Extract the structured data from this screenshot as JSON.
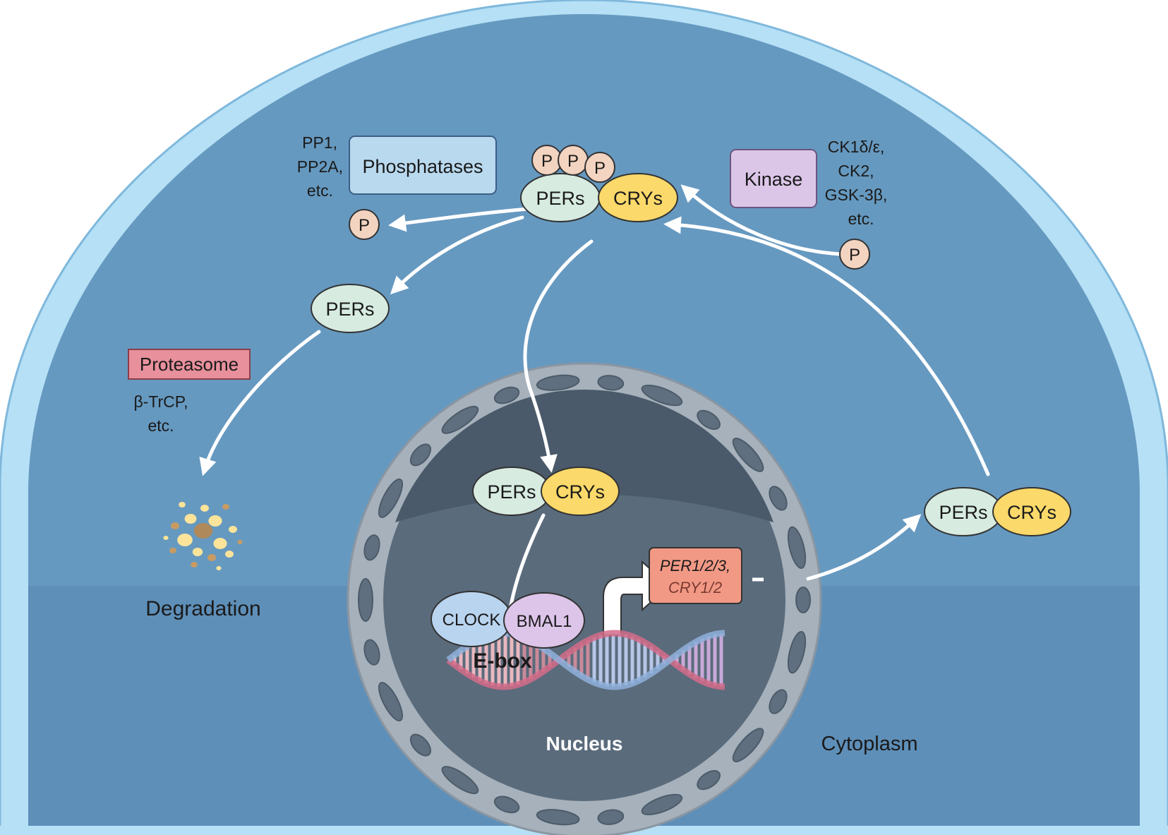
{
  "labels": {
    "phosphatases": "Phosphatases",
    "phosphatase_examples": [
      "PP1,",
      "PP2A,",
      "etc."
    ],
    "kinase": "Kinase",
    "kinase_examples": [
      "CK1δ/ε,",
      "CK2,",
      "GSK-3β,",
      "etc."
    ],
    "p": "P",
    "pers": "PERs",
    "crys": "CRYs",
    "proteasome": "Proteasome",
    "proteasome_examples": [
      "β-TrCP,",
      "etc."
    ],
    "degradation": "Degradation",
    "clock": "CLOCK",
    "bmal1": "BMAL1",
    "ebox": "E-box",
    "genes_line1": "PER1/2/3,",
    "genes_line2": "CRY1/2",
    "nucleus": "Nucleus",
    "cytoplasm": "Cytoplasm"
  },
  "colors": {
    "membrane_outer": "#b5e0f5",
    "cytoplasm": "#6699c0",
    "cytoplasm_lower": "#5e8fb8",
    "nucleus_envelope": "#a6b1bb",
    "nucleus_inner": "#5a6b7c",
    "pers": "#d7ebe1",
    "crys": "#fbd96a",
    "phospho": "#f3d4c0",
    "phosphatases_box": "#b9d9ee",
    "kinase_box": "#dcc6e8",
    "proteasome_box": "#e8909c",
    "genes_box": "#f29985",
    "clock": "#b9d4ef",
    "bmal1": "#ddc5ea",
    "arrow": "#ffffff"
  }
}
